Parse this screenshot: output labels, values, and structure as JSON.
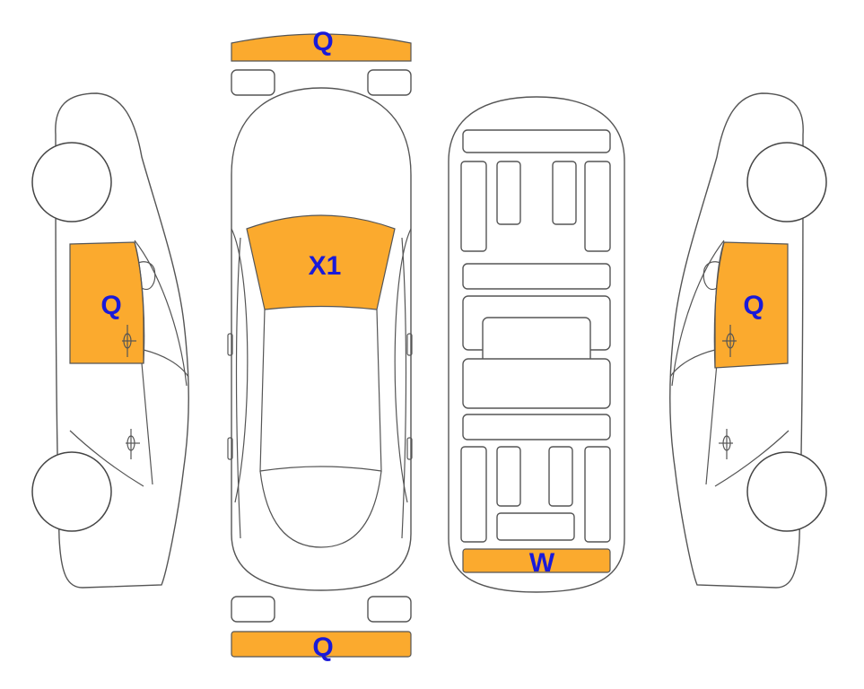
{
  "colors": {
    "damage_fill": "#FBAA2E",
    "label_text": "#1A1AD8",
    "outline": "#555555"
  },
  "markers": {
    "front_bumper": "Q",
    "rear_bumper": "Q",
    "windshield": "X1",
    "left_front_door": "Q",
    "right_front_door": "Q",
    "underbody_rear": "W"
  }
}
